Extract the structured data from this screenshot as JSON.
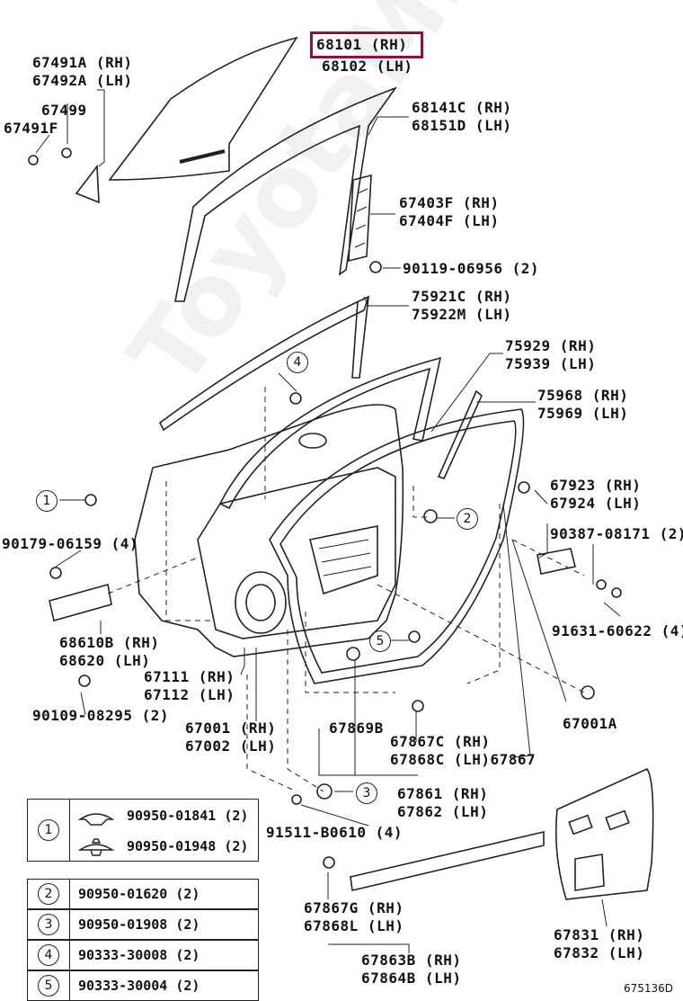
{
  "highlight_part": "68101 (RH)",
  "labels": {
    "p68102": "68102 (LH)",
    "p67491A": "67491A (RH)",
    "p67492A": "67492A (LH)",
    "p67499": "67499",
    "p67491F": "67491F",
    "p68141C": "68141C (RH)",
    "p68151D": "68151D (LH)",
    "p67403F": "67403F (RH)",
    "p67404F": "67404F (LH)",
    "p90119": "90119-06956 (2)",
    "p75921C": "75921C (RH)",
    "p75922M": "75922M (LH)",
    "p75929": "75929 (RH)",
    "p75939": "75939 (LH)",
    "p75968": "75968 (RH)",
    "p75969": "75969 (LH)",
    "p67923": "67923 (RH)",
    "p67924": "67924 (LH)",
    "p90387": "90387-08171 (2)",
    "p90179": "90179-06159 (4)",
    "p91631": "91631-60622 (4)",
    "p68610B": "68610B (RH)",
    "p68620": "68620  (LH)",
    "p67111": "67111 (RH)",
    "p67112": "67112 (LH)",
    "p90109": "90109-08295 (2)",
    "p67001": "67001 (RH)",
    "p67002": "67002 (LH)",
    "p67869B": "67869B",
    "p67867C": "67867C (RH)",
    "p67868C": "67868C (LH)67867",
    "p67001A": "67001A",
    "p67861": "67861 (RH)",
    "p67862": "67862 (LH)",
    "p91511": "91511-B0610 (4)",
    "p67867G": "67867G (RH)",
    "p67868L": "67868L (LH)",
    "p67863B": "67863B (RH)",
    "p67864B": "67864B (LH)",
    "p67831": "67831 (RH)",
    "p67832": "67832 (LH)"
  },
  "callouts": {
    "c1": "1",
    "c2": "2",
    "c3": "3",
    "c4": "4",
    "c5": "5"
  },
  "legend": [
    {
      "num": "1",
      "parts": [
        "90950-01841 (2)",
        "90950-01948 (2)"
      ]
    },
    {
      "num": "2",
      "parts": [
        "90950-01620 (2)"
      ]
    },
    {
      "num": "3",
      "parts": [
        "90950-01908 (2)"
      ]
    },
    {
      "num": "4",
      "parts": [
        "90333-30008 (2)"
      ]
    },
    {
      "num": "5",
      "parts": [
        "90333-30004 (2)"
      ]
    }
  ],
  "diagram_ref": "675136D",
  "watermark": "ToyotaMine.ru",
  "colors": {
    "highlight": "#8a1538",
    "line": "#222222"
  }
}
